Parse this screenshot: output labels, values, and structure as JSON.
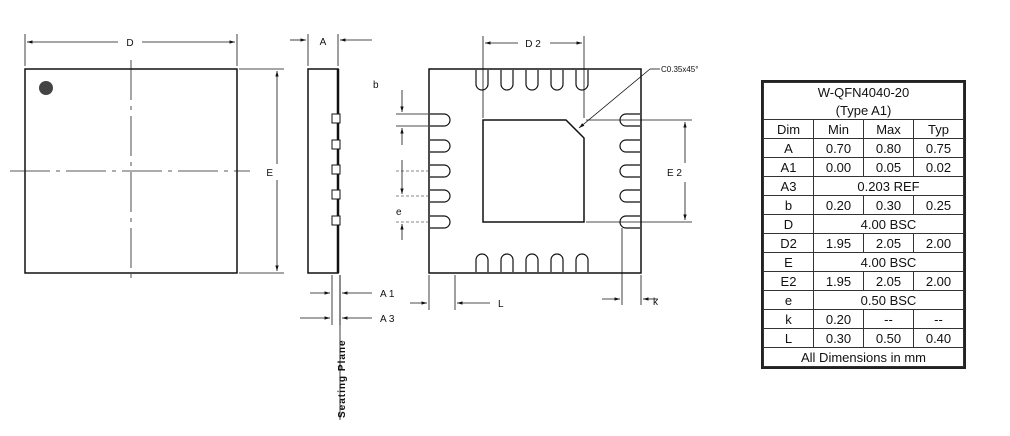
{
  "labels": {
    "D": "D",
    "A": "A",
    "D2": "D 2",
    "E": "E",
    "E2": "E 2",
    "b": "b",
    "e": "e",
    "L": "L",
    "k": "k",
    "A1": "A 1",
    "A3": "A 3",
    "chamfer": "C0.35x45°",
    "seating_plane": "Seating Plane"
  },
  "table": {
    "title": "W-QFN4040-20",
    "subtitle": "(Type A1)",
    "headers": [
      "Dim",
      "Min",
      "Max",
      "Typ"
    ],
    "rows": [
      {
        "dim": "A",
        "min": "0.70",
        "max": "0.80",
        "typ": "0.75"
      },
      {
        "dim": "A1",
        "min": "0.00",
        "max": "0.05",
        "typ": "0.02"
      },
      {
        "dim": "A3",
        "span": "0.203 REF"
      },
      {
        "dim": "b",
        "min": "0.20",
        "max": "0.30",
        "typ": "0.25"
      },
      {
        "dim": "D",
        "span": "4.00 BSC"
      },
      {
        "dim": "D2",
        "min": "1.95",
        "max": "2.05",
        "typ": "2.00"
      },
      {
        "dim": "E",
        "span": "4.00 BSC"
      },
      {
        "dim": "E2",
        "min": "1.95",
        "max": "2.05",
        "typ": "2.00"
      },
      {
        "dim": "e",
        "span": "0.50 BSC"
      },
      {
        "dim": "k",
        "min": "0.20",
        "max": "--",
        "typ": "--"
      },
      {
        "dim": "L",
        "min": "0.30",
        "max": "0.50",
        "typ": "0.40"
      }
    ],
    "footer": "All Dimensions in mm"
  }
}
